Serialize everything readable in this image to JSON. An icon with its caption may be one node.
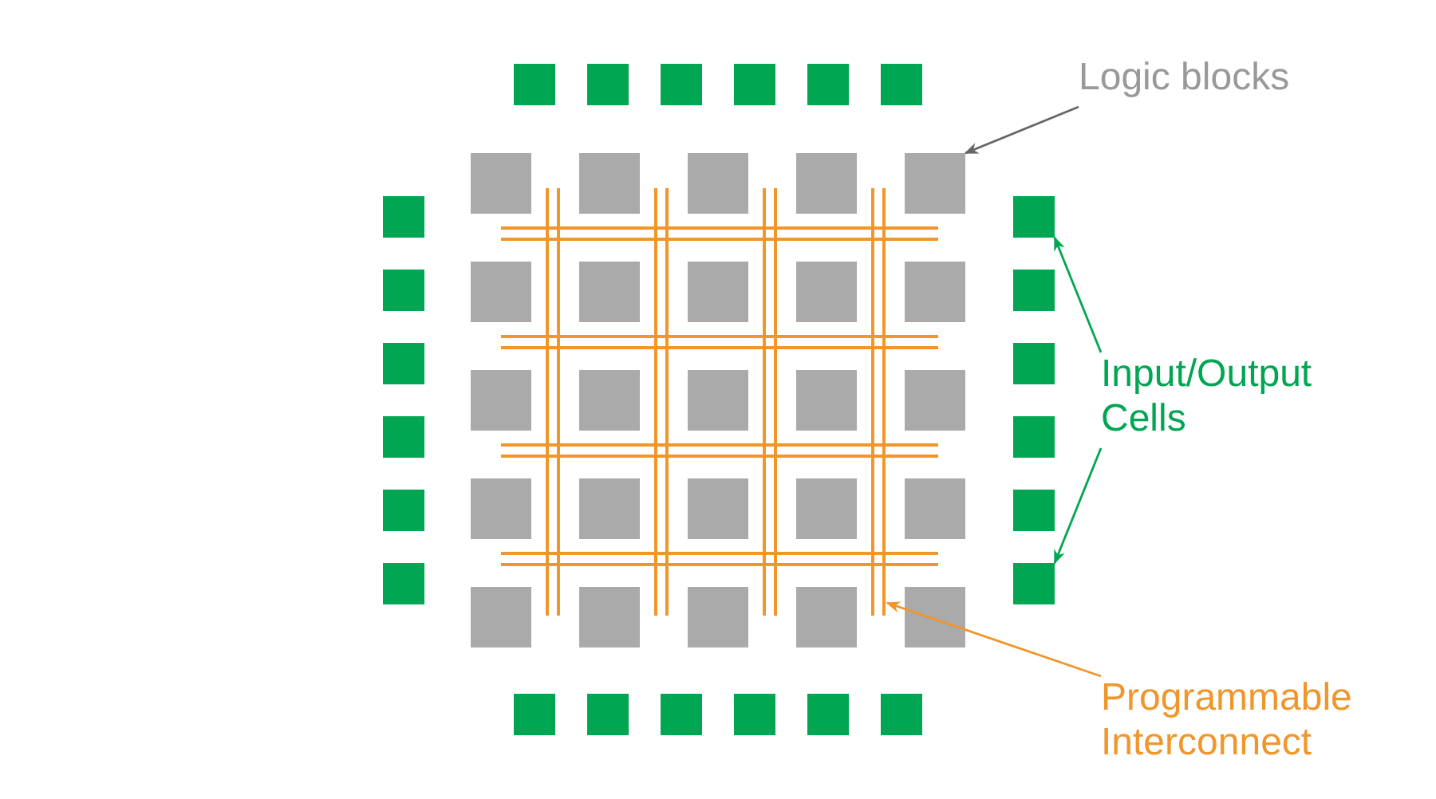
{
  "diagram": {
    "nodes": [
      {
        "text": [
          "Logic blocks"
        ]
      },
      {
        "text": [
          "Input/Output Cells"
        ]
      },
      {
        "text": [
          "Programmable Interconnect"
        ]
      },
      {
        "text": [],
        "shape": "box"
      },
      {
        "text": [],
        "shape": "box"
      },
      {
        "text": [],
        "shape": "box"
      }
    ],
    "edges": [
      {
        "from": 0,
        "to": 3,
        "arrow": "to",
        "color": "#666666"
      },
      {
        "from": 1,
        "to": 4,
        "arrow": "to",
        "color": "#00a651"
      },
      {
        "from": 1,
        "to": 5,
        "arrow": "to",
        "color": "#00a651"
      },
      {
        "from": 2,
        "to": null,
        "arrow": "to",
        "color": "#f0962a"
      }
    ]
  }
}
